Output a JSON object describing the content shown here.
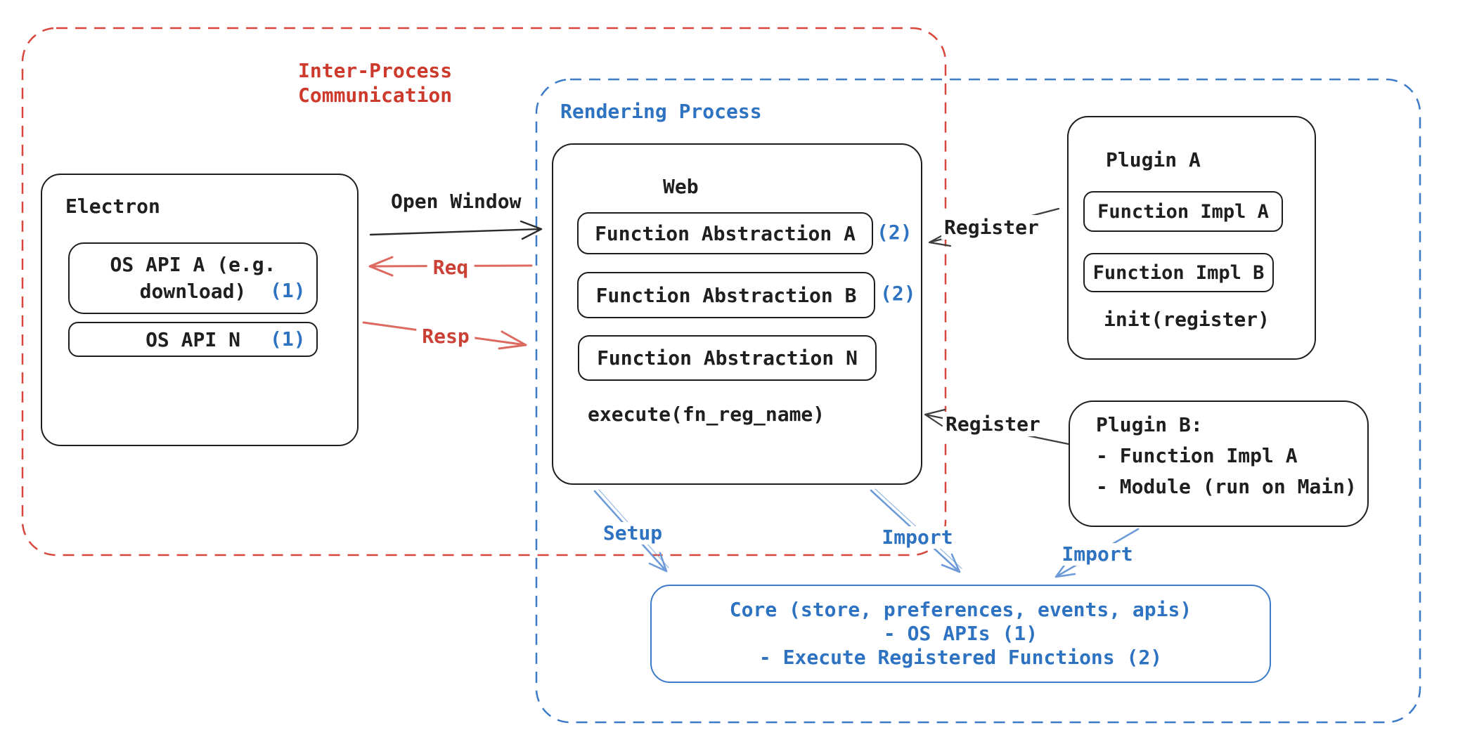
{
  "colors": {
    "stroke_dark": "#1e1e1e",
    "ipc_red": "#cd3a2c",
    "ipc_dash_red": "#d8473b",
    "req_resp_red": "#dc6a60",
    "rendering_blue": "#2e72c2",
    "rendering_dash_blue": "#3d7bc8",
    "setup_import_blue": "#6d9bd9"
  },
  "ipc_region": {
    "title": "Inter-Process\nCommunication"
  },
  "rendering_region": {
    "title": "Rendering Process"
  },
  "electron": {
    "title": "Electron",
    "os_api_a": {
      "label": "OS API A (e.g.\ndownload)",
      "badge": "(1)"
    },
    "os_api_n": {
      "label": "OS API N",
      "badge": "(1)"
    }
  },
  "connectors": {
    "open_window": "Open Window",
    "req": "Req",
    "resp": "Resp",
    "register_top": "Register",
    "register_bottom": "Register",
    "setup": "Setup",
    "import_core": "Import",
    "import_plugin_b": "Import"
  },
  "web": {
    "title": "Web",
    "abstractions": [
      {
        "label": "Function Abstraction A",
        "badge": "(2)"
      },
      {
        "label": "Function Abstraction B",
        "badge": "(2)"
      },
      {
        "label": "Function Abstraction N"
      }
    ],
    "execute": "execute(fn_reg_name)"
  },
  "plugin_a": {
    "title": "Plugin A",
    "impl_a": "Function Impl A",
    "impl_b": "Function Impl B",
    "init": "init(register)"
  },
  "plugin_b": {
    "text": "Plugin B:\n- Function Impl A\n- Module (run on Main)"
  },
  "core": {
    "text": "Core (store, preferences, events, apis)\n- OS APIs (1)\n- Execute Registered Functions (2)"
  }
}
